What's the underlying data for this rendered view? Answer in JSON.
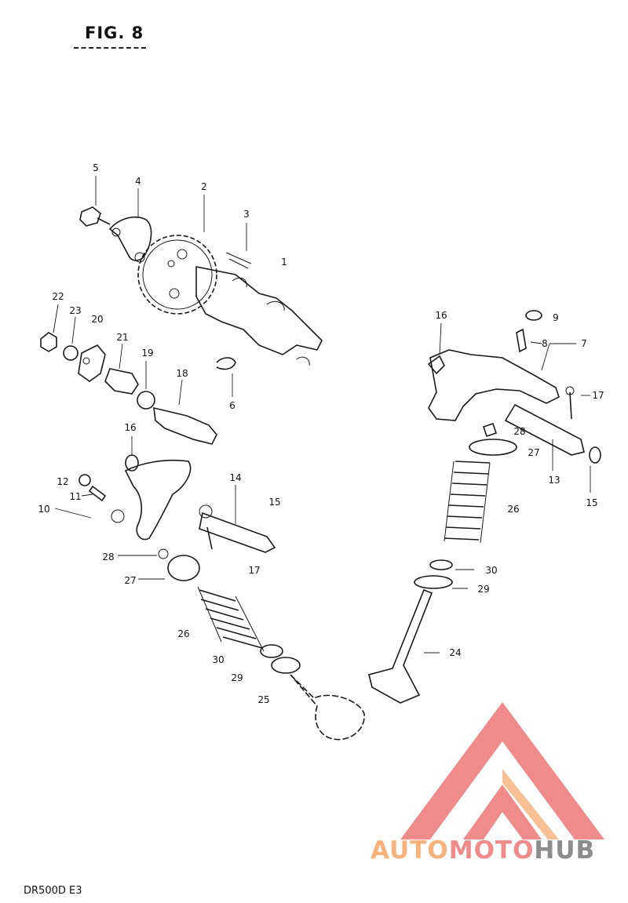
{
  "figure": {
    "title": "FIG. 8",
    "model": "DR500D E3"
  },
  "labels": [
    {
      "id": "5",
      "text": "5"
    },
    {
      "id": "4",
      "text": "4"
    },
    {
      "id": "2",
      "text": "2"
    },
    {
      "id": "3",
      "text": "3"
    },
    {
      "id": "1",
      "text": "1"
    },
    {
      "id": "22",
      "text": "22"
    },
    {
      "id": "23",
      "text": "23"
    },
    {
      "id": "20",
      "text": "20"
    },
    {
      "id": "21",
      "text": "21"
    },
    {
      "id": "19",
      "text": "19"
    },
    {
      "id": "18",
      "text": "18"
    },
    {
      "id": "6",
      "text": "6"
    },
    {
      "id": "16a",
      "text": "16"
    },
    {
      "id": "9",
      "text": "9"
    },
    {
      "id": "8",
      "text": "8"
    },
    {
      "id": "7",
      "text": "7"
    },
    {
      "id": "17a",
      "text": "17"
    },
    {
      "id": "28a",
      "text": "28"
    },
    {
      "id": "27a",
      "text": "27"
    },
    {
      "id": "13",
      "text": "13"
    },
    {
      "id": "15a",
      "text": "15"
    },
    {
      "id": "16b",
      "text": "16"
    },
    {
      "id": "14",
      "text": "14"
    },
    {
      "id": "15b",
      "text": "15"
    },
    {
      "id": "12",
      "text": "12"
    },
    {
      "id": "11",
      "text": "11"
    },
    {
      "id": "10",
      "text": "10"
    },
    {
      "id": "26a",
      "text": "26"
    },
    {
      "id": "28b",
      "text": "28"
    },
    {
      "id": "17b",
      "text": "17"
    },
    {
      "id": "30a",
      "text": "30"
    },
    {
      "id": "27b",
      "text": "27"
    },
    {
      "id": "29a",
      "text": "29"
    },
    {
      "id": "26b",
      "text": "26"
    },
    {
      "id": "24",
      "text": "24"
    },
    {
      "id": "30b",
      "text": "30"
    },
    {
      "id": "29b",
      "text": "29"
    },
    {
      "id": "25",
      "text": "25"
    }
  ],
  "watermark": {
    "part1": "AUTO",
    "part2": "MOTO",
    "part3": "HUB",
    "colors": {
      "orange": "#f6b27a",
      "red": "#ef8b8b",
      "gray": "#8c8c8c"
    }
  }
}
